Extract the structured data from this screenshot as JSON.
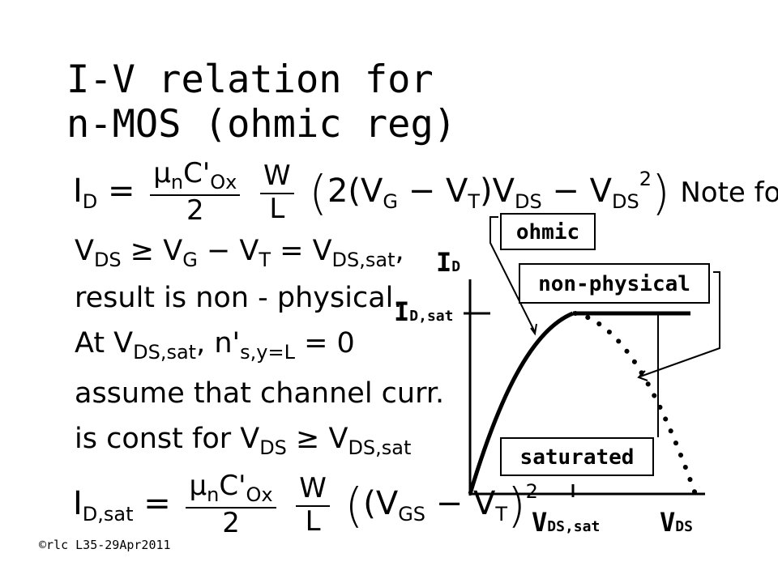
{
  "title": {
    "line1": "I-V relation for",
    "line2": "n-MOS (ohmic reg)"
  },
  "equations": {
    "eq1": {
      "lhs_var": "I",
      "lhs_sub": "D",
      "frac_num_mu": "μ",
      "frac_num_mu_sub": "n",
      "frac_num_c": "C'",
      "frac_num_c_sub": "Ox",
      "frac_den": "2",
      "w_num": "W",
      "w_den": "L",
      "body_a": "2(V",
      "body_a_sub": "G",
      "body_b": " − V",
      "body_b_sub": "T",
      "body_c": ")V",
      "body_c_sub": "DS",
      "body_d": " − V",
      "body_d_sub": "DS",
      "body_d_sup": "2",
      "note": "Note for"
    },
    "line2": {
      "a": "V",
      "a_sub": "DS",
      "b": " ≥ V",
      "b_sub": "G",
      "c": " − V",
      "c_sub": "T",
      "d": " = V",
      "d_sub": "DS,sat",
      "e": ","
    },
    "line3": "result is non - physical.",
    "line4": {
      "a": "At  V",
      "a_sub": "DS,sat",
      "b": ",  n'",
      "b_sub": "s,y=L",
      "c": " = 0"
    },
    "line5": "assume that channel curr.",
    "line6": {
      "a": "is const  for V",
      "a_sub": "DS",
      "b": " ≥ V",
      "b_sub": "DS,sat"
    },
    "eq_sat": {
      "lhs_var": "I",
      "lhs_sub": "D,sat",
      "frac_num_mu": "μ",
      "frac_num_mu_sub": "n",
      "frac_num_c": "C'",
      "frac_num_c_sub": "Ox",
      "frac_den": "2",
      "w_num": "W",
      "w_den": "L",
      "body_a": "(V",
      "body_a_sub": "GS",
      "body_b": " − V",
      "body_b_sub": "T",
      "body_c": ")",
      "body_sup": "2"
    }
  },
  "graph": {
    "y_axis_label": "I",
    "y_axis_label_sub": "D",
    "y_tick_label": "I",
    "y_tick_label_sub": "D,sat",
    "x_tick_label": "V",
    "x_tick_label_sub": "DS,sat",
    "x_axis_label": "V",
    "x_axis_label_sub": "DS",
    "region_ohmic": "ohmic",
    "region_nonphysical": "non-physical",
    "region_saturated": "saturated"
  },
  "footer": "©rlc L35-29Apr2011"
}
